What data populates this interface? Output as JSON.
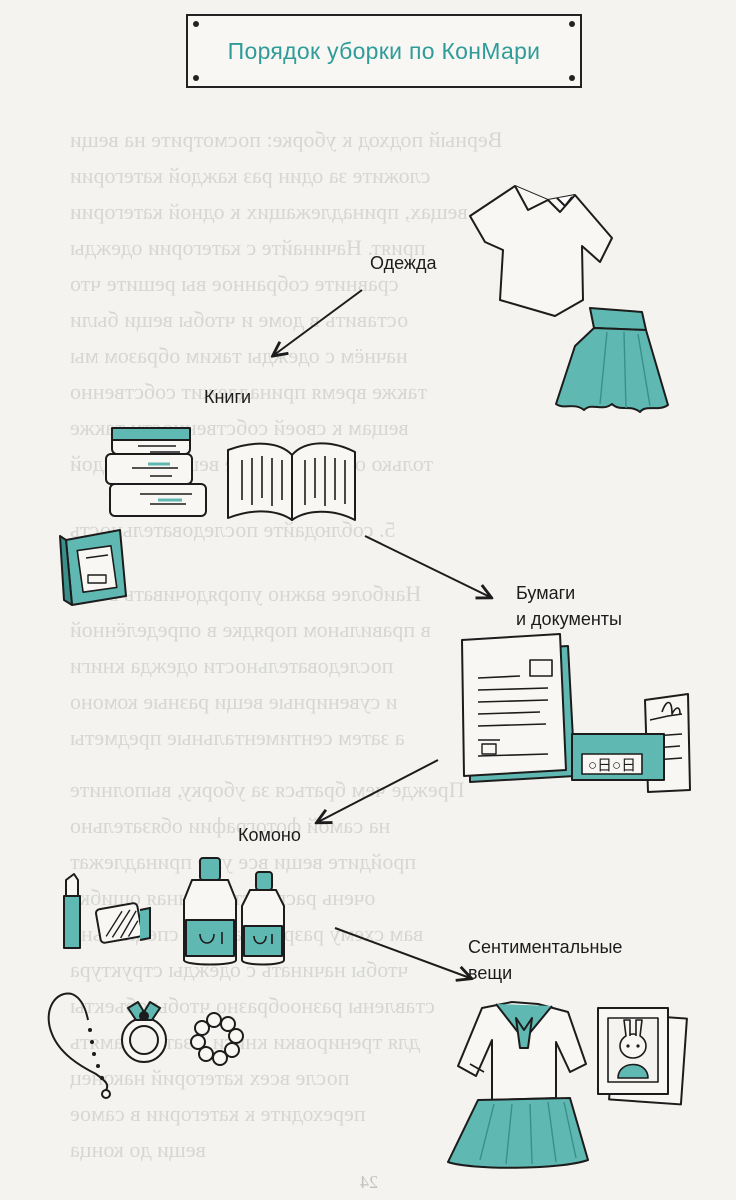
{
  "page": {
    "title": "Порядок уборки по КонМари",
    "page_number": "24"
  },
  "categories": {
    "clothes": "Одежда",
    "books": "Книги",
    "papers_line1": "Бумаги",
    "papers_line2": "и документы",
    "komono": "Комоно",
    "sentimental_line1": "Сентиментальные",
    "sentimental_line2": "вещи"
  },
  "colors": {
    "accent": "#5fb8b2",
    "ink": "#1c1c1c",
    "title": "#2f9c9a",
    "paper": "#f4f3ef"
  },
  "icons": [
    "shirt-icon",
    "skirt-icon",
    "book-stack-icon",
    "open-book-icon",
    "closed-book-icon",
    "document-icon",
    "card-icon",
    "lipstick-icon",
    "compact-icon",
    "bottle-icon",
    "necklace-icon",
    "ring-icon",
    "bracelet-icon",
    "uniform-icon",
    "photo-frame-icon",
    "arrow-icon"
  ]
}
